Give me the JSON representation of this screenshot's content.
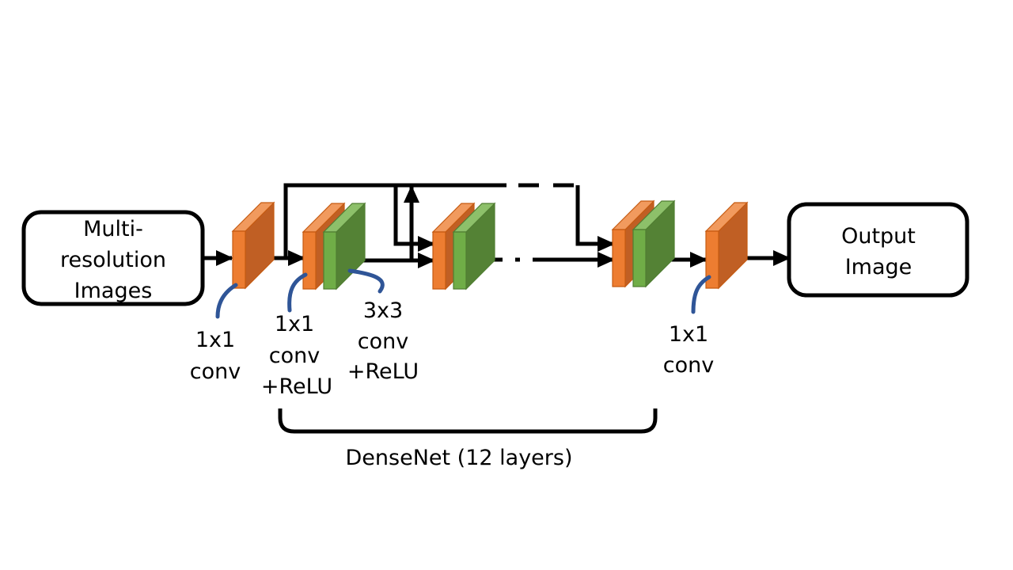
{
  "input_box": {
    "lines": [
      "Multi-",
      "resolution",
      "Images"
    ]
  },
  "output_box": {
    "lines": [
      "Output",
      "Image"
    ]
  },
  "labels": {
    "first_conv": [
      "1x1",
      "conv"
    ],
    "dense_conv1": [
      "1x1",
      "conv",
      "+ReLU"
    ],
    "dense_conv3": [
      "3x3",
      "conv",
      "+ReLU"
    ],
    "last_conv": [
      "1x1",
      "conv"
    ]
  },
  "bracket_label": "DenseNet (12 layers)",
  "colors": {
    "orange_front": "#ED7D31",
    "orange_side": "#C05F24",
    "orange_top": "#F19A5E",
    "green_front": "#70AD47",
    "green_side": "#548235",
    "green_top": "#8DC06A",
    "callout_line": "#2F5597",
    "arrow": "#000000"
  }
}
